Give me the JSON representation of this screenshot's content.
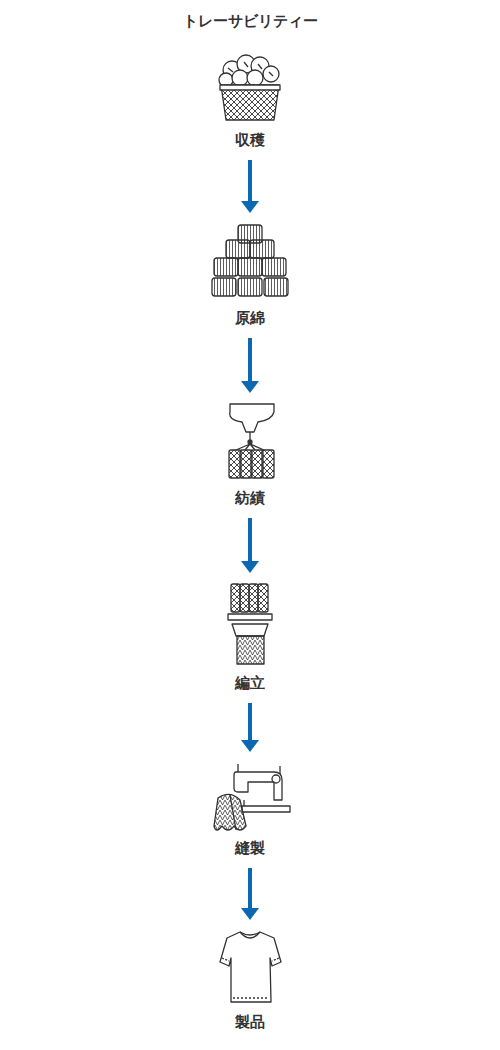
{
  "diagram": {
    "title": "トレーサビリティー",
    "nodes": [
      {
        "text": [
          "収穫"
        ]
      },
      {
        "text": [
          "原綿"
        ]
      },
      {
        "text": [
          "紡績"
        ]
      },
      {
        "text": [
          "編立"
        ]
      },
      {
        "text": [
          "縫製"
        ]
      },
      {
        "text": [
          "製品"
        ]
      }
    ],
    "edges": [
      {
        "from": 0,
        "to": 1,
        "arrow": "to"
      },
      {
        "from": 1,
        "to": 2,
        "arrow": "to"
      },
      {
        "from": 2,
        "to": 3,
        "arrow": "to"
      },
      {
        "from": 3,
        "to": 4,
        "arrow": "to"
      },
      {
        "from": 4,
        "to": 5,
        "arrow": "to"
      }
    ]
  }
}
